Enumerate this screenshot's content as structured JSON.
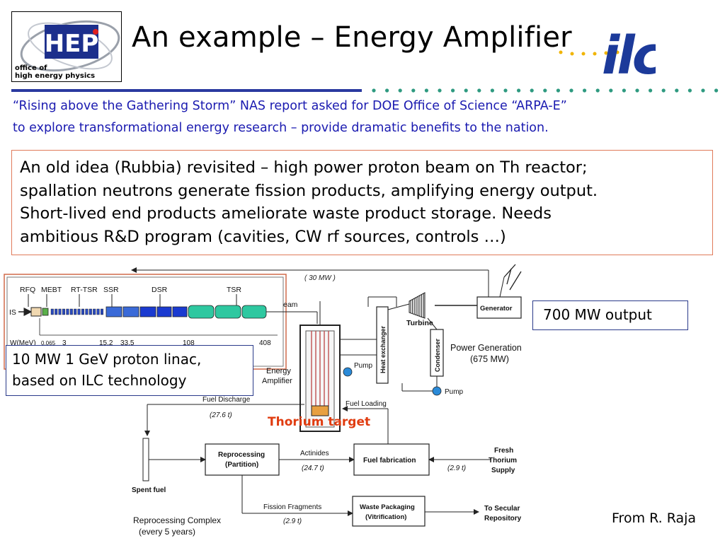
{
  "slide": {
    "title": "An example – Energy Amplifier",
    "subtitle_line1": "“Rising above the Gathering Storm” NAS report asked for DOE Office of Science  “ARPA-E”",
    "subtitle_line2": "to explore transformational energy research – provide dramatic benefits to the nation.",
    "box_lines": [
      "An old idea (Rubbia) revisited – high power proton beam on Th reactor;",
      "spallation neutrons generate fission products, amplifying energy output.",
      "Short-lived end products ameliorate waste product storage.  Needs",
      "ambitious R&D program (cavities, CW rf sources, controls …)"
    ],
    "callout_output": "700 MW output",
    "callout_linac_line1": "10 MW 1 GeV proton linac,",
    "callout_linac_line2": "based on ILC technology",
    "thorium_label": "Thorium target",
    "credit": "From R. Raja"
  },
  "logos": {
    "hep_mark": "HEP",
    "hep_line1": "office of",
    "hep_line2": "high energy physics",
    "ilc_mark": "ilc"
  },
  "diagram": {
    "linac_sections": [
      "RFQ",
      "MEBT",
      "RT-TSR",
      "SSR",
      "DSR",
      "TSR"
    ],
    "is_label": "IS",
    "energy_axis_label": "W(MeV)",
    "energy_values": [
      "0.065",
      "3",
      "15.2",
      "33.5",
      "108",
      "408"
    ],
    "beam_label": "eam",
    "feedback_power": "( 30 MW )",
    "generator": "Generator",
    "turbine": "Turbine",
    "heat_exchanger": "Heat exchanger",
    "condenser": "Condenser",
    "pump_label": "Pump",
    "pump_label2": "Pump",
    "power_generation_line1": "Power Generation",
    "power_generation_line2": "(675 MW)",
    "energy_amplifier_line1": "Energy",
    "energy_amplifier_line2": "Amplifier",
    "fuel_discharge": "Fuel Discharge",
    "fuel_discharge_qty": "(27.6 t)",
    "fuel_loading": "Fuel Loading",
    "spent_fuel": "Spent fuel",
    "reprocessing_line1": "Reprocessing",
    "reprocessing_line2": "(Partition)",
    "actinides": "Actinides",
    "actinides_qty": "(24.7 t)",
    "fuel_fabrication": "Fuel fabrication",
    "fresh_thorium_line1": "Fresh",
    "fresh_thorium_line2": "Thorium",
    "fresh_thorium_line3": "Supply",
    "fresh_qty": "(2.9 t)",
    "fission_fragments": "Fission Fragments",
    "fission_qty": "(2.9 t)",
    "waste_line1": "Waste Packaging",
    "waste_line2": "(Vitrification)",
    "secular_line1": "To Secular",
    "secular_line2": "Repository",
    "complex_line1": "Reprocessing Complex",
    "complex_line2": "(every 5 years)"
  }
}
